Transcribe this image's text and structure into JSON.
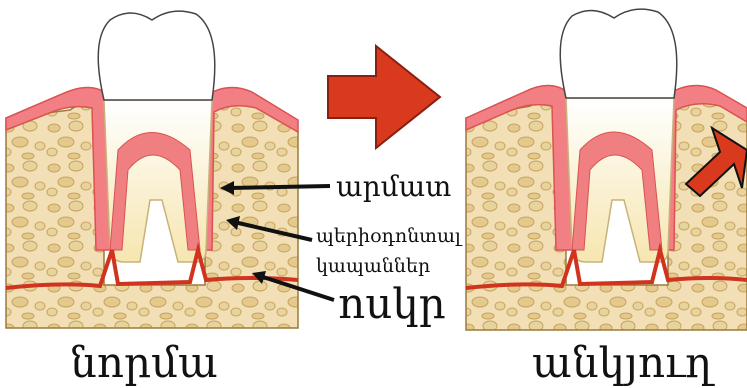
{
  "labels": {
    "root": "արմատ",
    "ligament_line1": "պերիօդոնտալ",
    "ligament_line2": "կապաններ",
    "bone": "ոսկր",
    "normal": "նորմա",
    "abnormal": "անկյուղ"
  },
  "colors": {
    "bone_fill": "#f2dfb5",
    "bone_dots": "#e2c98a",
    "gum": "#f27f84",
    "gum_edge": "#d9534f",
    "tooth_crown": "#ffffff",
    "tooth_root": "#fbf3cf",
    "pulp": "#f07f82",
    "vessel": "#d0341f",
    "arrow_red": "#d93a1e",
    "pointer_black": "#111111"
  },
  "icons": [
    "arrow-right-big-icon",
    "arrow-pressure-icon"
  ]
}
